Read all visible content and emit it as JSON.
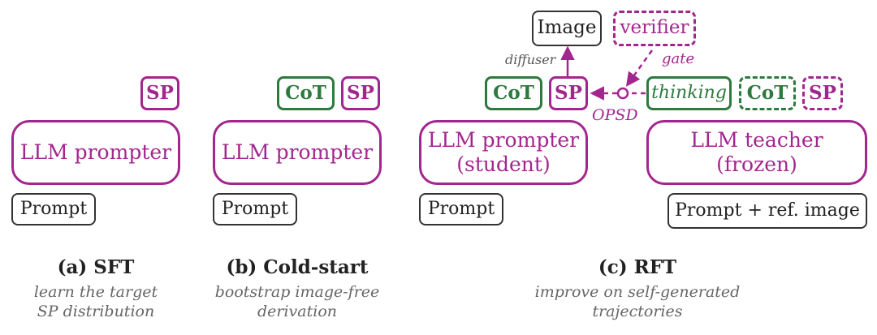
{
  "sft": {
    "sp": "SP",
    "prompter": "LLM prompter",
    "prompt": "Prompt",
    "title": "(a) SFT",
    "subtitle_line1": "learn the target",
    "subtitle_line2": "SP distribution"
  },
  "cold_start": {
    "cot": "CoT",
    "sp": "SP",
    "prompter": "LLM prompter",
    "prompt": "Prompt",
    "title": "(b) Cold-start",
    "subtitle_line1": "bootstrap image-free",
    "subtitle_line2": "derivation"
  },
  "rft": {
    "image": "Image",
    "verifier": "verifier",
    "diffuser": "diffuser",
    "gate": "gate",
    "cot": "CoT",
    "sp": "SP",
    "opsd": "OPSD",
    "thinking": "thinking",
    "teacher_cot": "CoT",
    "teacher_sp": "SP",
    "student_line1": "LLM prompter",
    "student_line2": "(student)",
    "teacher_line1": "LLM teacher",
    "teacher_line2": "(frozen)",
    "prompt": "Prompt",
    "teacher_prompt": "Prompt + ref. image",
    "title": "(c) RFT",
    "subtitle_line1": "improve on self-generated",
    "subtitle_line2": "trajectories"
  },
  "colors": {
    "purple": "#a3268f",
    "green": "#2e7a3e",
    "gray": "#333333"
  }
}
